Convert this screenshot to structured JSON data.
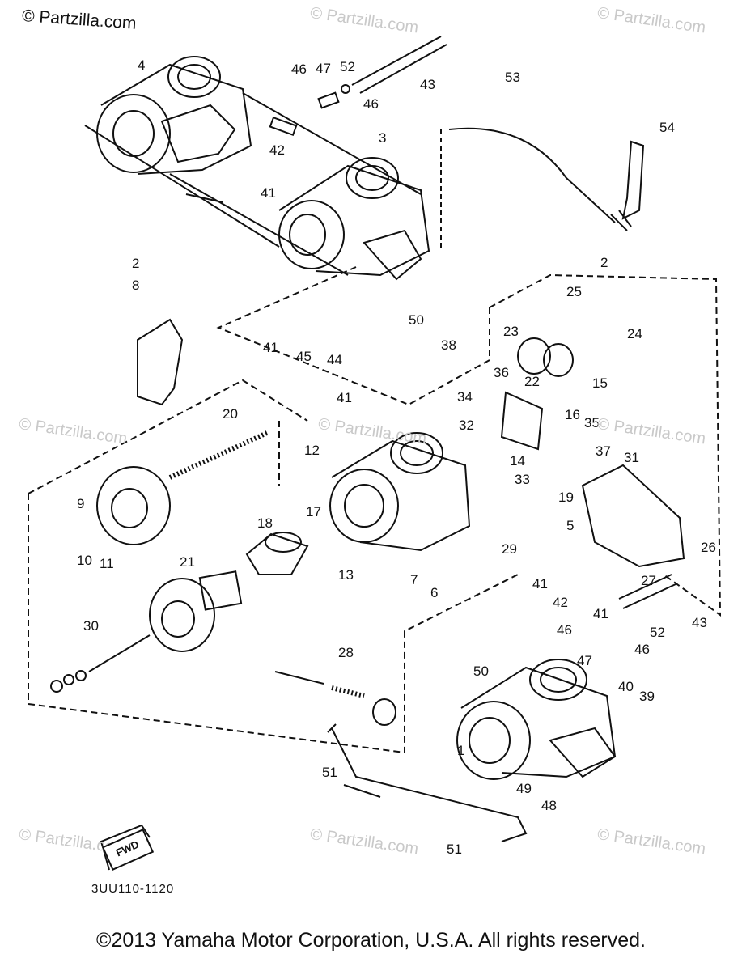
{
  "watermark": {
    "top_left": "© Partzilla.com",
    "repeat": "© Partzilla.com"
  },
  "diagram_code": "3UU110-1120",
  "copyright": "©2013  Yamaha Motor Corporation, U.S.A. All rights reserved.",
  "fwd_label": "FWD",
  "callouts": [
    "1",
    "2",
    "3",
    "4",
    "5",
    "6",
    "7",
    "8",
    "9",
    "10",
    "11",
    "12",
    "13",
    "14",
    "15",
    "16",
    "17",
    "18",
    "19",
    "20",
    "21",
    "22",
    "23",
    "24",
    "25",
    "26",
    "27",
    "28",
    "29",
    "30",
    "31",
    "32",
    "33",
    "34",
    "35",
    "36",
    "37",
    "38",
    "39",
    "40",
    "41",
    "42",
    "43",
    "44",
    "45",
    "46",
    "47",
    "48",
    "49",
    "50",
    "51",
    "52",
    "53",
    "54"
  ],
  "colors": {
    "ink": "#111111",
    "watermark": "#c9c9c9",
    "background": "#ffffff"
  }
}
